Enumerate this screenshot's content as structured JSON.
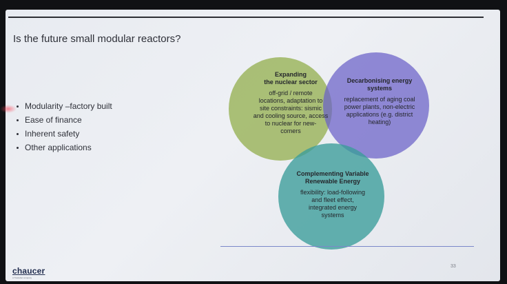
{
  "slide": {
    "title": "Is the future small modular reactors?",
    "bullets": [
      "Modularity –factory built",
      "Ease of finance",
      "Inherent safety",
      "Other applications"
    ],
    "page_number": "33",
    "logo_text": "chaucer",
    "logo_tagline": "A Tractebel company"
  },
  "venn": {
    "expanding": {
      "heading_line1": "Expanding",
      "heading_line2": "the nuclear sector",
      "body_lines": [
        "off-grid / remote",
        "locations, adaptation to",
        "site constraints: sismic",
        "and cooling source, access",
        "to nuclear for new-",
        "comers"
      ],
      "color": "#9ab35a"
    },
    "decarbonising": {
      "heading_line1": "Decarbonising energy",
      "heading_line2": "systems",
      "body_lines": [
        "replacement of aging coal",
        "power plants, non-electric",
        "applications (e.g. district",
        "heating)"
      ],
      "color": "#6a5fc7"
    },
    "complementing": {
      "heading_line1": "Complementing Variable",
      "heading_line2": "Renewable Energy",
      "body_lines": [
        "flexibility: load-following",
        "and fleet effect,",
        "integrated energy",
        "systems"
      ],
      "color": "#3a9c9a"
    }
  }
}
